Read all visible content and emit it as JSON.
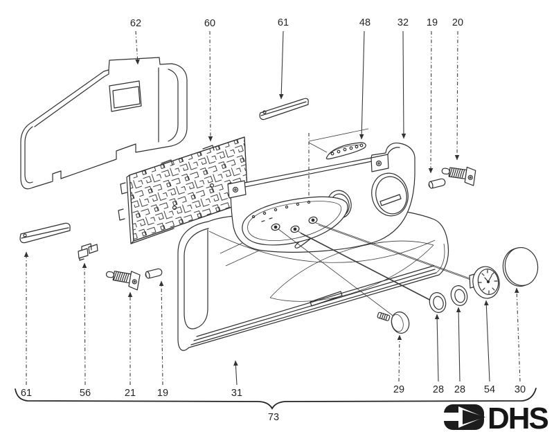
{
  "diagram": {
    "type": "exploded-parts-diagram",
    "background": "#ffffff",
    "ink_color": "#2e2e2e",
    "labels": {
      "t62": "62",
      "t60": "60",
      "t61": "61",
      "t48": "48",
      "t32": "32",
      "t19": "19",
      "t20": "20",
      "b61": "61",
      "b56": "56",
      "b21": "21",
      "b19": "19",
      "b31": "31",
      "b29": "29",
      "b28a": "28",
      "b28b": "28",
      "b54": "54",
      "b30": "30",
      "group": "73"
    },
    "logo": {
      "text": "DHS",
      "icon": "arrow-right-icon",
      "color": "#161616"
    }
  }
}
